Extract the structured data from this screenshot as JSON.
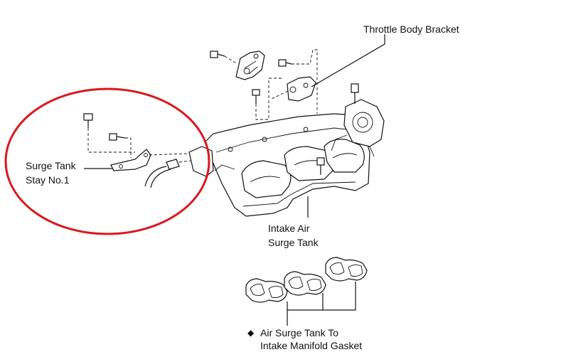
{
  "labels": {
    "throttle_body_bracket": "Throttle Body Bracket",
    "surge_tank_stay_line1": "Surge Tank",
    "surge_tank_stay_line2": "Stay No.1",
    "intake_air_line1": "Intake Air",
    "intake_air_line2": "Surge Tank",
    "gasket_marker": "◆",
    "gasket_line1": "Air Surge Tank To",
    "gasket_line2": "Intake Manifold Gasket"
  },
  "colors": {
    "highlight_circle": "#d9181e",
    "linework": "#111111",
    "background": "#ffffff"
  }
}
